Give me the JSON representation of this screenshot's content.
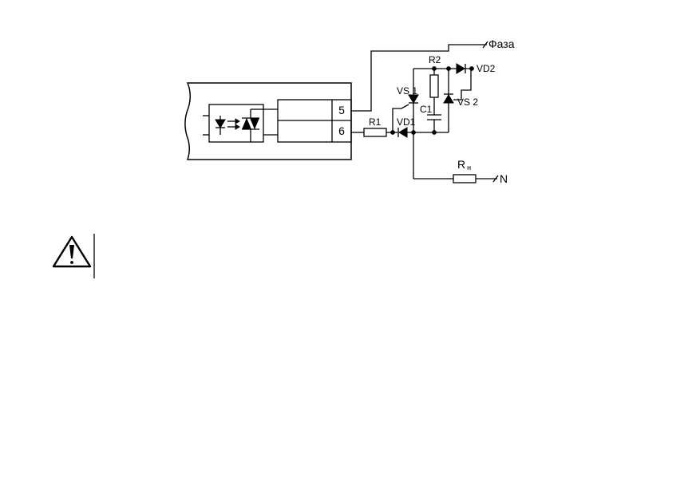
{
  "diagram": {
    "terminals": {
      "t5": "5",
      "t6": "6"
    },
    "labels": {
      "phase": "Фаза",
      "neutral": "N",
      "r1": "R1",
      "r2": "R2",
      "vd1": "VD1",
      "vd2": "VD2",
      "vs1": "VS 1",
      "vs2": "VS 2",
      "c1": "C1",
      "rn_main": "R",
      "rn_sub": "н"
    }
  },
  "warning": {
    "icon": "warning-triangle-icon",
    "text": ""
  }
}
